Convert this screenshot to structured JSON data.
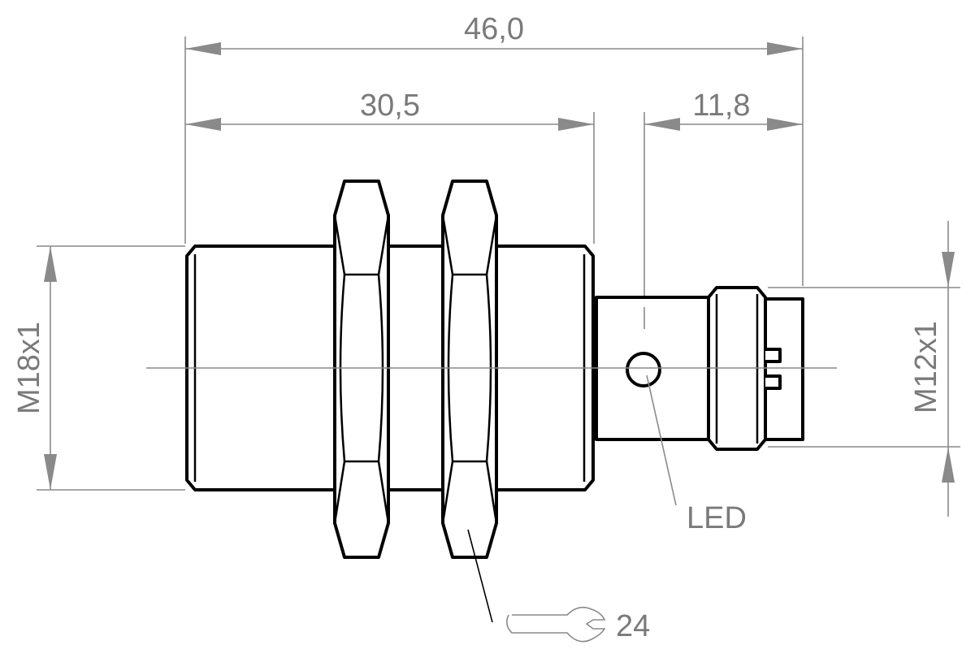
{
  "dimensions": {
    "overall_length": "46,0",
    "body_length": "30,5",
    "connector_length": "11,8",
    "body_thread": "M18x1",
    "connector_thread": "M12x1"
  },
  "labels": {
    "led": "LED",
    "wrench_size": "24"
  },
  "icons": {
    "wrench": "wrench-icon"
  },
  "colors": {
    "outline": "#000000",
    "dimension": "#8a8a8a"
  }
}
